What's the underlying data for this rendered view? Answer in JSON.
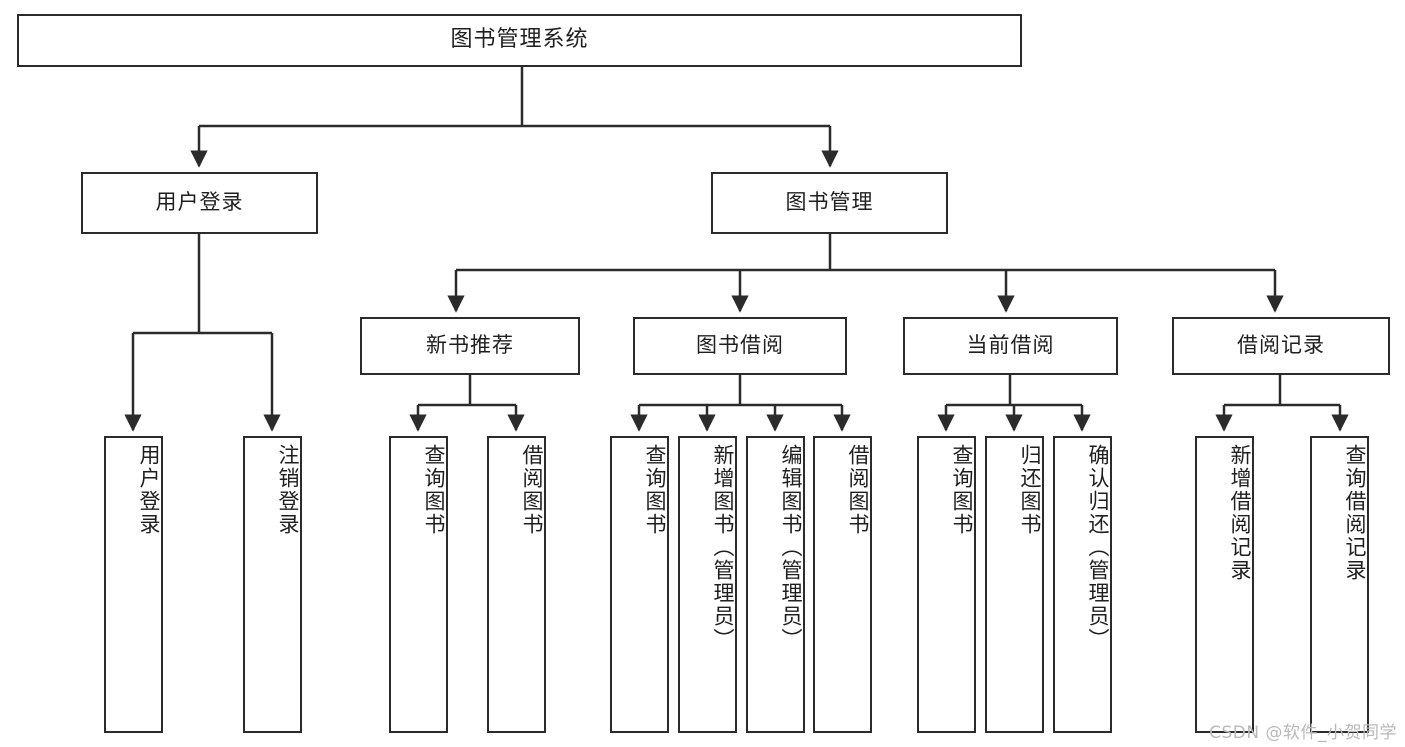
{
  "diagram": {
    "title": "图书管理系统",
    "type": "hierarchy-tree",
    "watermark": "CSDN @软件_小贺同学",
    "colors": {
      "stroke": "#2b2b2b",
      "fill": "#ffffff",
      "text": "#1f1f1f",
      "watermark": "#b9b9b9"
    },
    "nodes": {
      "root": {
        "label": "图书管理系统"
      },
      "level2": [
        {
          "label": "用户登录"
        },
        {
          "label": "图书管理"
        }
      ],
      "level3": [
        {
          "label": "新书推荐"
        },
        {
          "label": "图书借阅"
        },
        {
          "label": "当前借阅"
        },
        {
          "label": "借阅记录"
        }
      ],
      "leaves": {
        "user_login": [
          {
            "label": "用户登录"
          },
          {
            "label": "注销登录"
          }
        ],
        "new_book_recommend": [
          {
            "label": "查询图书"
          },
          {
            "label": "借阅图书"
          }
        ],
        "book_borrow": [
          {
            "label": "查询图书"
          },
          {
            "label": "新增图书（管理员）"
          },
          {
            "label": "编辑图书（管理员）"
          },
          {
            "label": "借阅图书"
          }
        ],
        "current_borrow": [
          {
            "label": "查询图书"
          },
          {
            "label": "归还图书"
          },
          {
            "label": "确认归还（管理员）"
          }
        ],
        "borrow_record": [
          {
            "label": "新增借阅记录"
          },
          {
            "label": "查询借阅记录"
          }
        ]
      }
    }
  }
}
